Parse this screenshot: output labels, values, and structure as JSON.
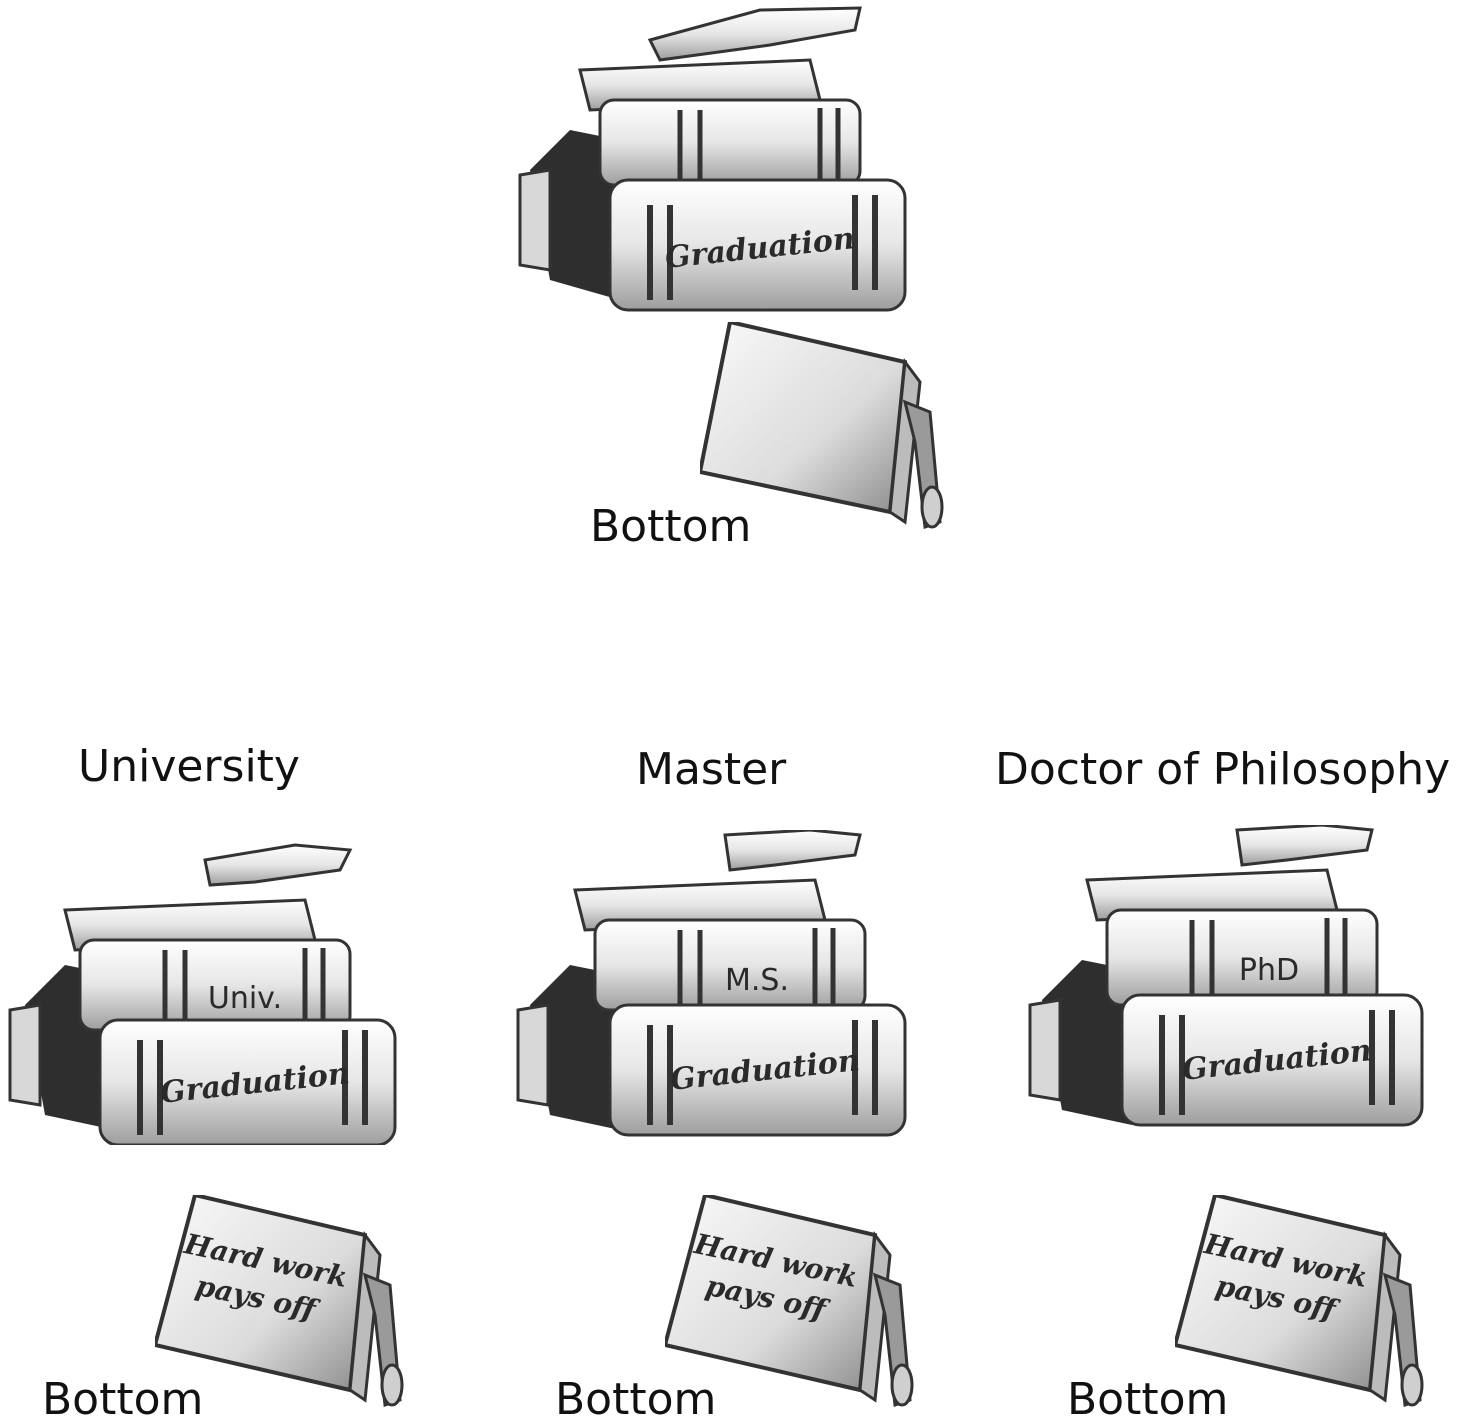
{
  "labels": {
    "top_bottom": "Bottom",
    "university": "University",
    "master": "Master",
    "doctor": "Doctor of Philosophy",
    "bottom_univ": "Bottom",
    "bottom_master": "Bottom",
    "bottom_phd": "Bottom"
  },
  "engravings": {
    "graduation": "Graduation",
    "univ": "Univ.",
    "ms": "M.S.",
    "phd": "PhD",
    "hard_work_line1": "Hard work",
    "hard_work_line2": "pays off"
  },
  "colors": {
    "silver_light": "#f2f2f2",
    "silver_mid": "#bdbdbd",
    "silver_dark": "#3a3a3a"
  }
}
